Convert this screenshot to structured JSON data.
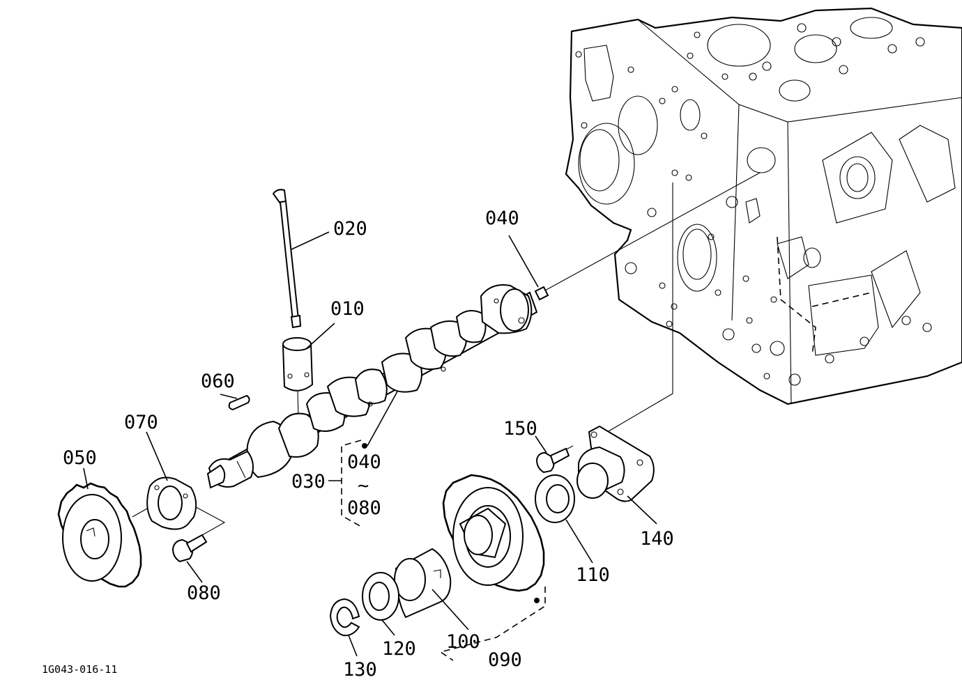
{
  "diagram": {
    "drawing_code": "1G043-016-11",
    "parts": [
      {
        "key": "p010",
        "label": "010"
      },
      {
        "key": "p020",
        "label": "020"
      },
      {
        "key": "p030",
        "label": "030"
      },
      {
        "key": "p040a",
        "label": "040"
      },
      {
        "key": "p040b",
        "label": "040"
      },
      {
        "key": "p050",
        "label": "050"
      },
      {
        "key": "p060",
        "label": "060"
      },
      {
        "key": "p070",
        "label": "070"
      },
      {
        "key": "p080a",
        "label": "080"
      },
      {
        "key": "p080b",
        "label": "080"
      },
      {
        "key": "p090",
        "label": "090"
      },
      {
        "key": "p100",
        "label": "100"
      },
      {
        "key": "p110",
        "label": "110"
      },
      {
        "key": "p120",
        "label": "120"
      },
      {
        "key": "p130",
        "label": "130"
      },
      {
        "key": "p140",
        "label": "140"
      },
      {
        "key": "p150",
        "label": "150"
      }
    ],
    "range_tilde": "~"
  }
}
